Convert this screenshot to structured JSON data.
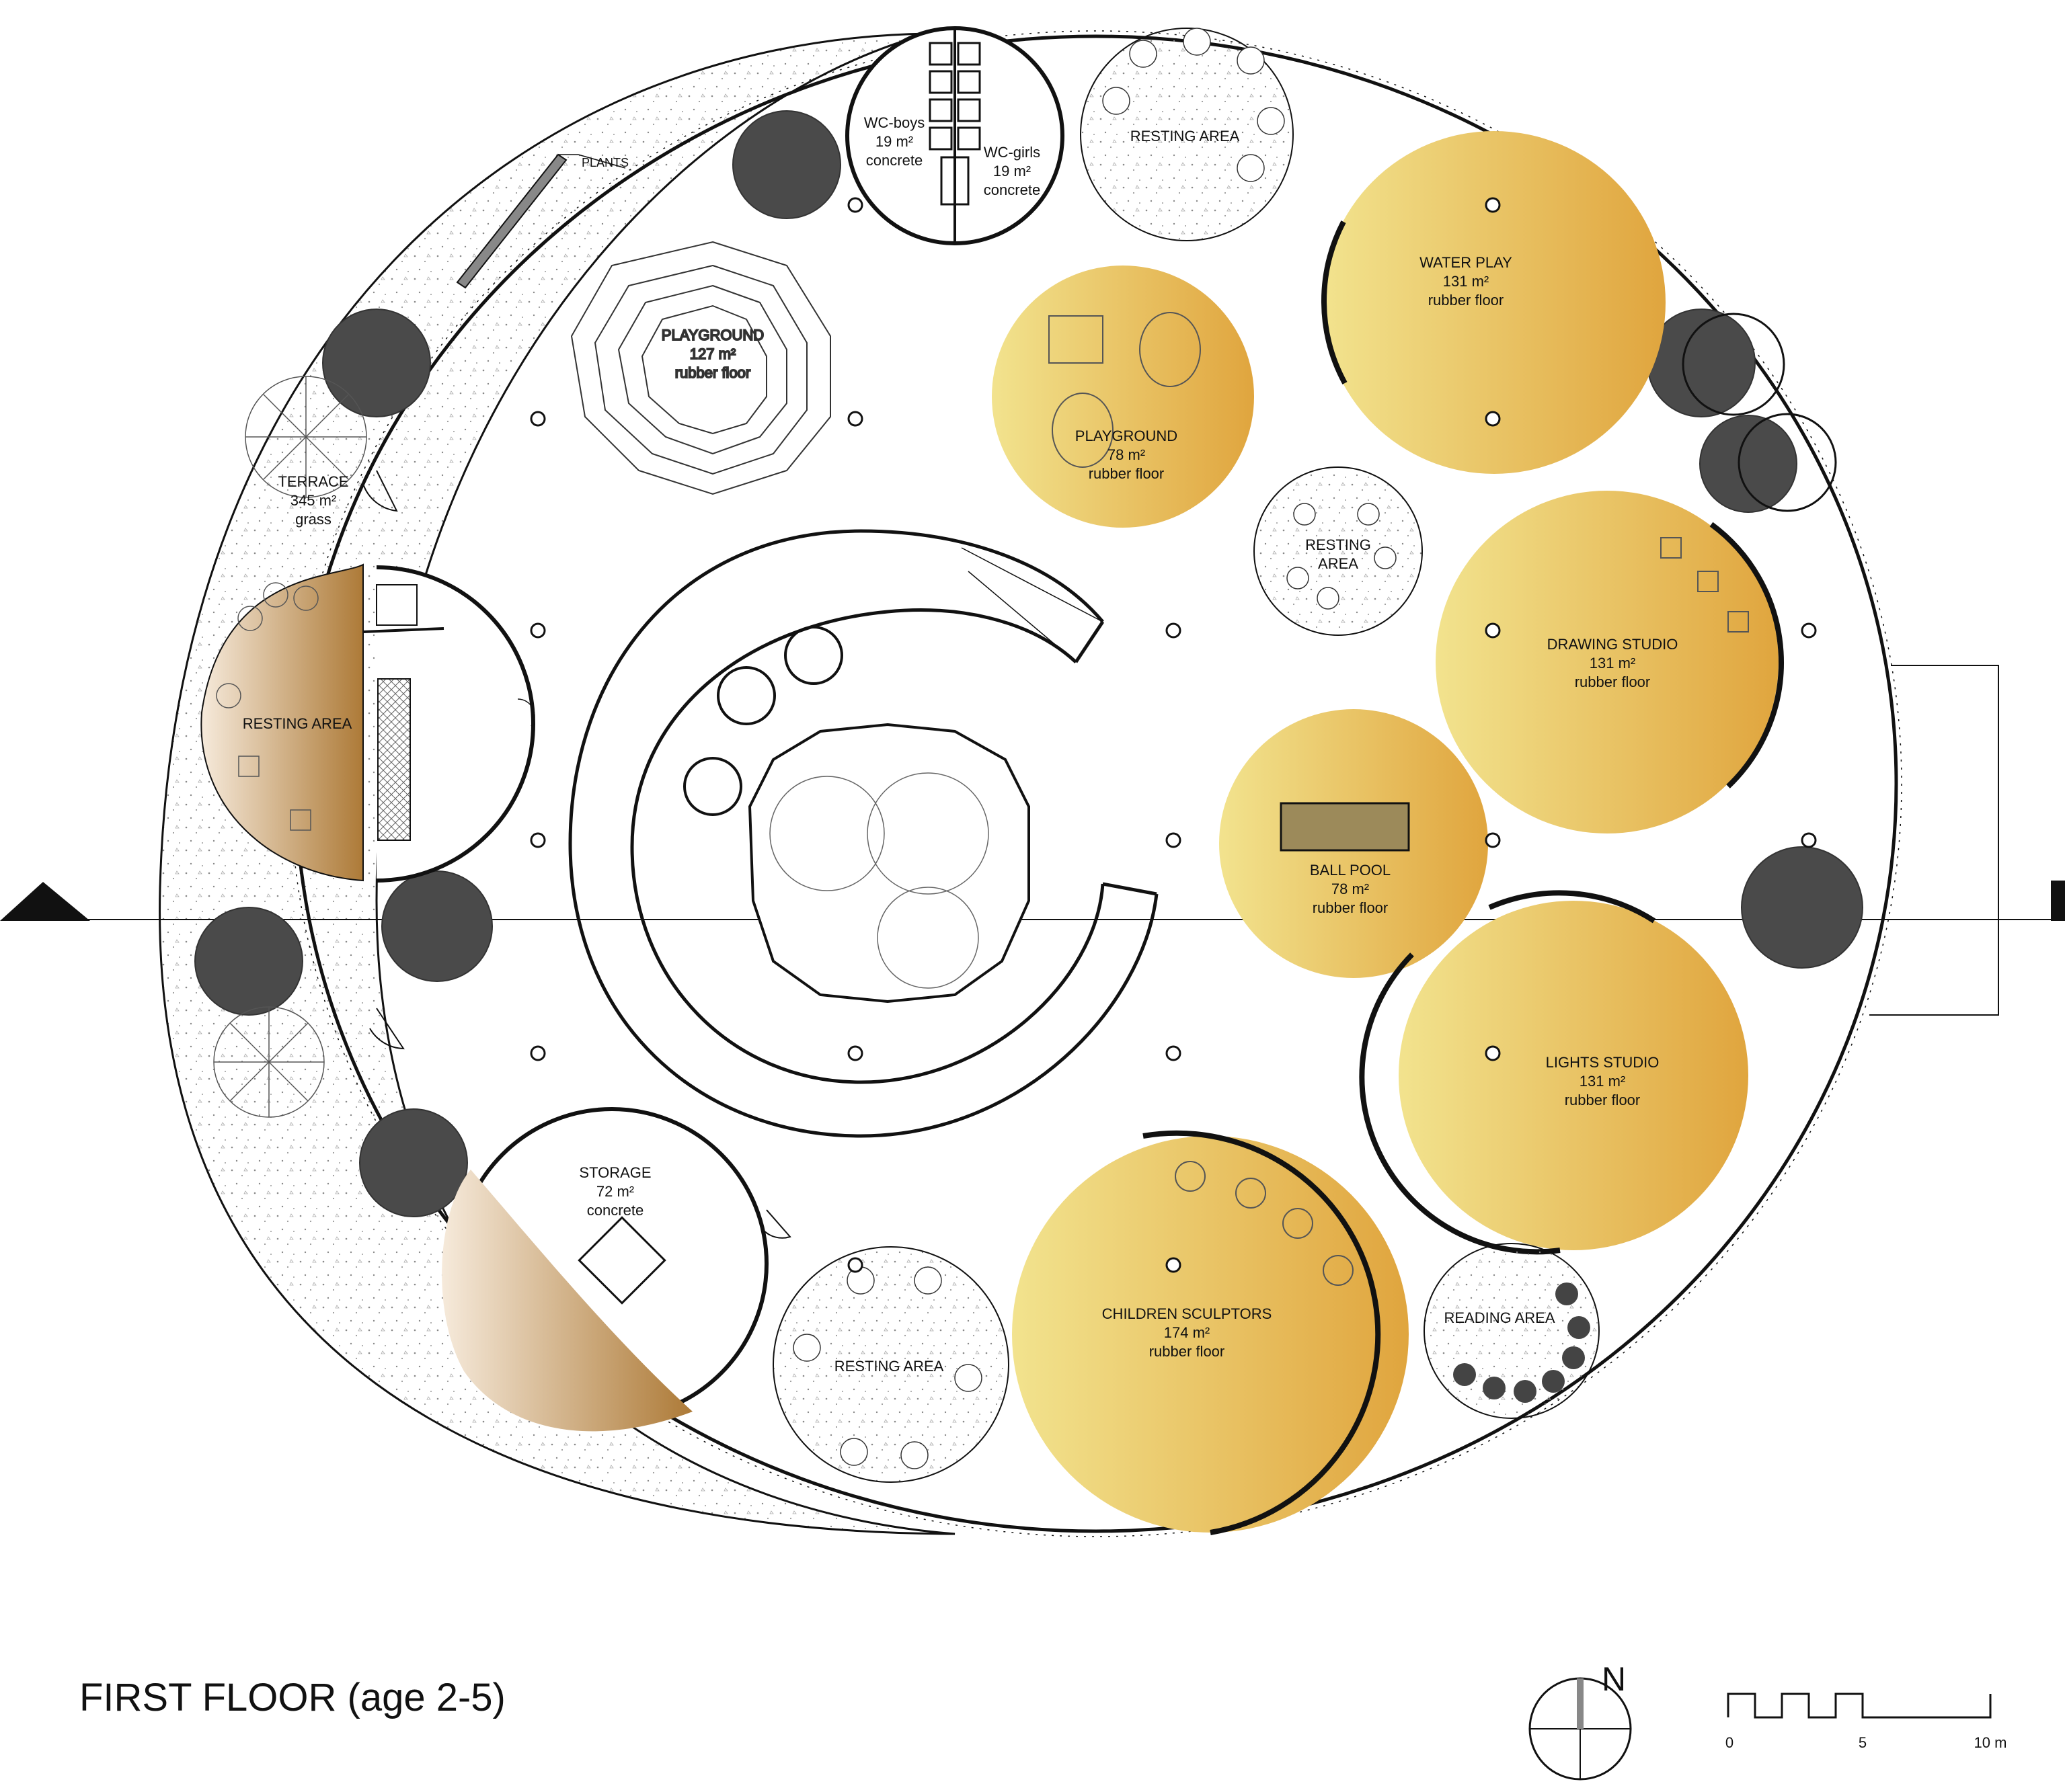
{
  "title": "FIRST FLOOR (age 2-5)",
  "north_label": "N",
  "scale_bar": {
    "ticks": [
      "0",
      "5",
      "10 m"
    ]
  },
  "colors": {
    "studio_light": "#f2e38e",
    "studio_dark": "#e0a53e",
    "resting_light": "#f6eadb",
    "resting_dark": "#ad7a37",
    "tree": "#4a4a4a",
    "line": "#111111"
  },
  "rooms": {
    "wc_boys": {
      "name": "WC-boys",
      "area": "19 m²",
      "floor": "concrete"
    },
    "wc_girls": {
      "name": "WC-girls",
      "area": "19 m²",
      "floor": "concrete"
    },
    "plants": {
      "name": "PLANTS"
    },
    "resting_top": {
      "name": "RESTING AREA"
    },
    "water_play": {
      "name": "WATER PLAY",
      "area": "131 m²",
      "floor": "rubber floor"
    },
    "playground_big": {
      "name": "PLAYGROUND",
      "area": "127 m²",
      "floor": "rubber floor"
    },
    "playground_small": {
      "name": "PLAYGROUND",
      "area": "78 m²",
      "floor": "rubber floor"
    },
    "terrace": {
      "name": "TERRACE",
      "area": "345 m²",
      "floor": "grass"
    },
    "resting_mid": {
      "name_1": "RESTING",
      "name_2": "AREA"
    },
    "drawing_studio": {
      "name": "DRAWING STUDIO",
      "area": "131 m²",
      "floor": "rubber floor"
    },
    "resting_left": {
      "name": "RESTING AREA"
    },
    "ball_pool": {
      "name": "BALL POOL",
      "area": "78 m²",
      "floor": "rubber floor"
    },
    "lights_studio": {
      "name": "LIGHTS STUDIO",
      "area": "131 m²",
      "floor": "rubber floor"
    },
    "storage": {
      "name": "STORAGE",
      "area": "72 m²",
      "floor": "concrete"
    },
    "children_sculptors": {
      "name": "CHILDREN SCULPTORS",
      "area": "174 m²",
      "floor": "rubber floor"
    },
    "reading_area": {
      "name": "READING AREA"
    },
    "resting_bottom": {
      "name": "RESTING AREA"
    }
  }
}
